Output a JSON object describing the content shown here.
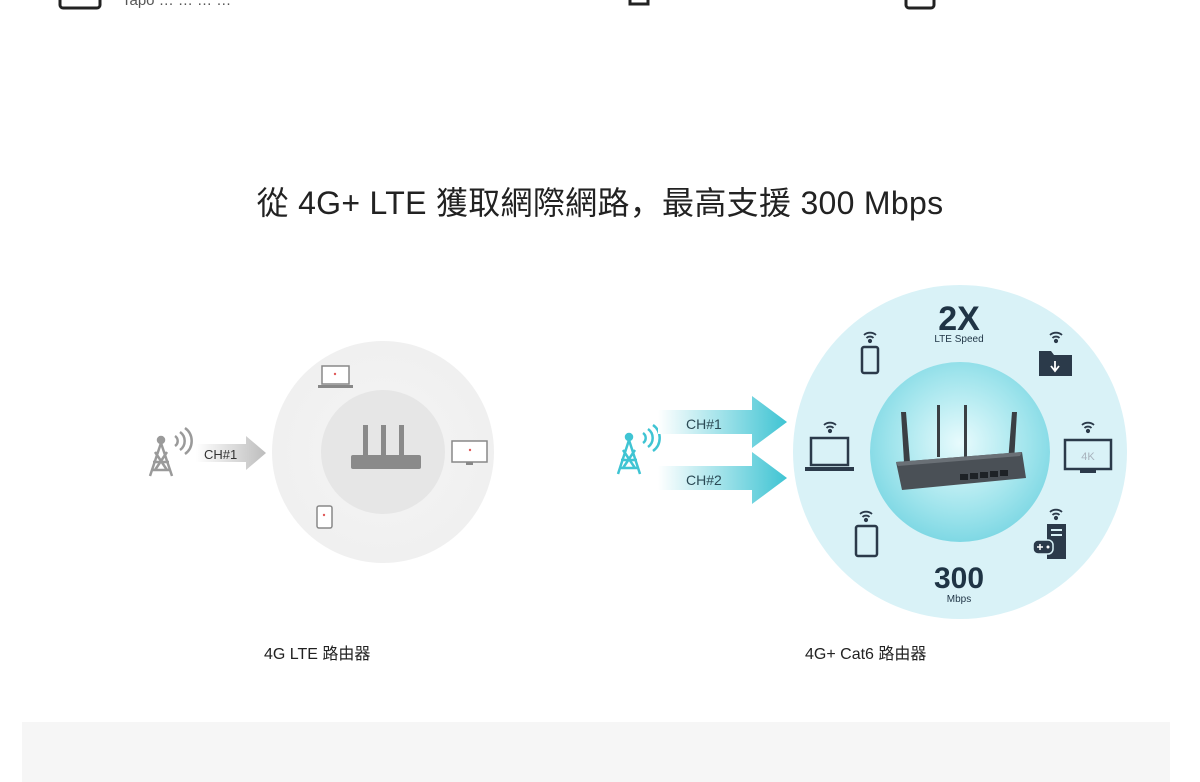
{
  "top": {
    "strip_text": "Tapo … … … …"
  },
  "headline": "從 4G+ LTE 獲取網際網路，最高支援 300 Mbps",
  "left_diagram": {
    "channel_label": "CH#1",
    "caption": "4G LTE 路由器"
  },
  "right_diagram": {
    "channels": [
      "CH#1",
      "CH#2"
    ],
    "speed_multiplier": "2X",
    "speed_label": "LTE Speed",
    "rate_value": "300",
    "rate_unit": "Mbps",
    "tv_badge": "4K",
    "caption": "4G+ Cat6 路由器"
  },
  "colors": {
    "gray_arrow": "#c8c8c8",
    "teal_arrow": "#3fc4d3",
    "teal_ring": "#d7f1f6",
    "teal_core": "#8fe0ea",
    "device_dark": "#2b3a4a"
  },
  "icons": [
    "cell-tower-icon",
    "laptop-icon",
    "monitor-icon",
    "tablet-icon",
    "router-icon",
    "phone-icon",
    "folder-download-icon",
    "tv-icon",
    "game-console-icon",
    "wifi-icon"
  ]
}
